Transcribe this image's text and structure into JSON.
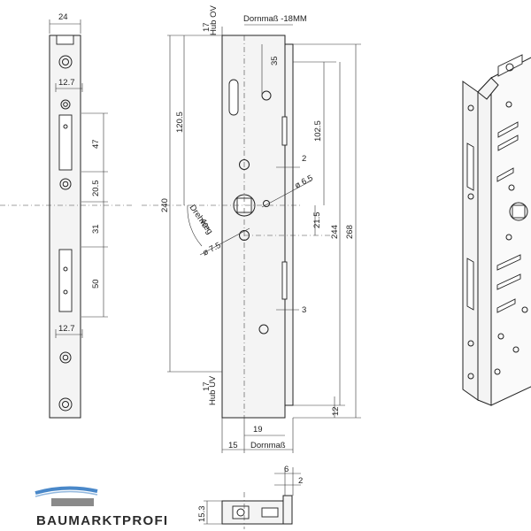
{
  "logo": {
    "text": "BAUMARKTPROFI",
    "colors": {
      "arc": "#4a88c9",
      "bar": "#8a8a8a"
    }
  },
  "front_view": {
    "width_label": "24",
    "offset_top_label": "12.7",
    "offset_bottom_label": "12.7",
    "segments": [
      "47",
      "20.5",
      "31",
      "50"
    ]
  },
  "side_view": {
    "hub_ov_label": "Hub OV",
    "hub_ov_value": "17",
    "hub_uv_label": "Hub UV",
    "hub_uv_value": "17",
    "dornmass_top_label": "Dornmaß -18MM",
    "dornmass_bottom_label": "Dornmaß",
    "dims": {
      "d35": "35",
      "d120_5": "120.5",
      "d240": "240",
      "d102_5": "102.5",
      "d2": "2",
      "d6_5": "ø 6.5",
      "d21_5": "21.5",
      "d244": "244",
      "d268": "268",
      "d7_5": "ø 7.5",
      "d3": "3",
      "d12": "12",
      "d19": "19",
      "d15": "15",
      "rotation": "40°",
      "rotation_label": "Drehweg"
    }
  },
  "bottom_view": {
    "d6": "6",
    "d2": "2",
    "d15_3": "15.3"
  }
}
